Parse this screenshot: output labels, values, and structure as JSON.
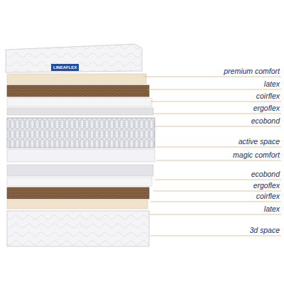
{
  "diagram": {
    "labels": [
      "LINEAFLEX",
      "premium comfort",
      "latex",
      "coirflex",
      "ergoflex",
      "ecobond",
      "active space",
      "magic comfort",
      "ecobond",
      "ergoflex",
      "coirflex",
      "latex",
      "3d space"
    ]
  }
}
